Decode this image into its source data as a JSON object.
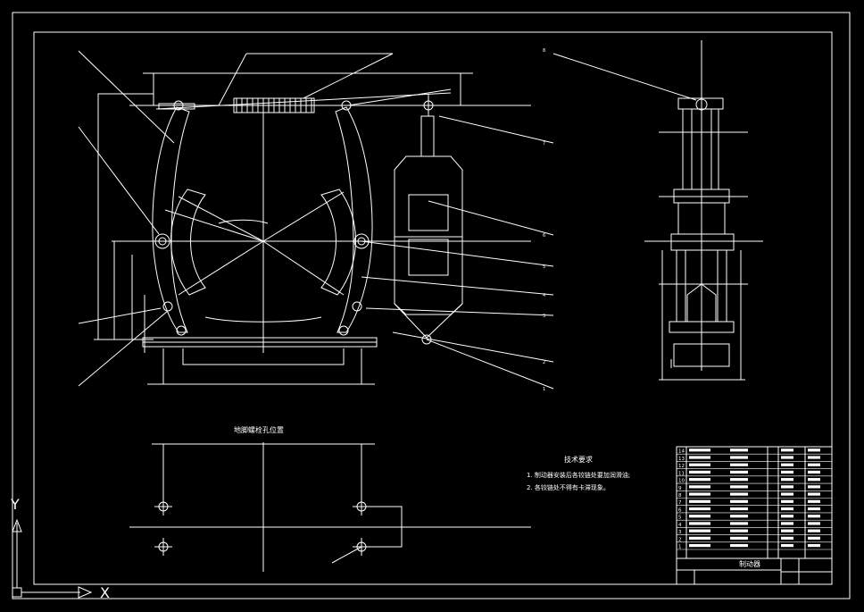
{
  "drawing": {
    "section_title": "地脚螺栓孔位置",
    "tech_requirements": {
      "heading": "技术要求",
      "items": [
        "1. 制动器安装后各铰链处要加润滑油;",
        "2. 各铰链处不得有卡滞现象。"
      ]
    },
    "leader_numbers": [
      "8",
      "7",
      "6",
      "5",
      "4",
      "3",
      "2",
      "1"
    ],
    "title_block": {
      "title": "制动器",
      "row_numbers": [
        "14",
        "13",
        "12",
        "11",
        "10",
        "9",
        "8",
        "7",
        "6",
        "5",
        "4",
        "3",
        "2",
        "1"
      ]
    },
    "ucs": {
      "x_label": "X",
      "y_label": "Y"
    }
  },
  "colors": {
    "background": "#000000",
    "line": "#ffffff"
  }
}
